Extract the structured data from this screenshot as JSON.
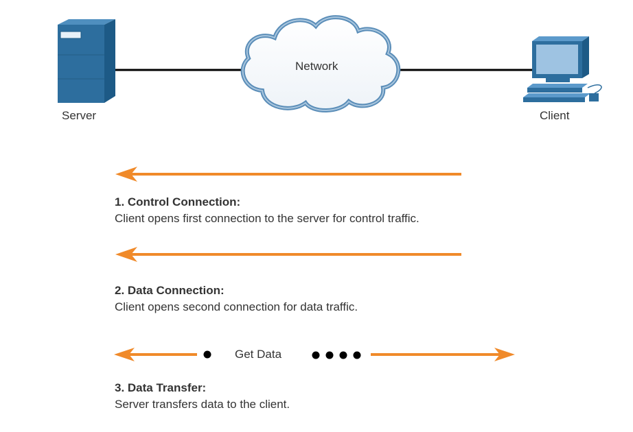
{
  "labels": {
    "server": "Server",
    "network": "Network",
    "client": "Client",
    "get_data": "Get Data"
  },
  "steps": [
    {
      "title": "1. Control Connection:",
      "description": "Client opens first connection to the server for control traffic."
    },
    {
      "title": "2. Data Connection:",
      "description": "Client opens second connection for data traffic."
    },
    {
      "title": "3. Data Transfer:",
      "description": "Server transfers data to the client."
    }
  ],
  "colors": {
    "arrow": "#f08a2a",
    "device": "#2d6e9e",
    "cloud_stroke": "#5a8db8",
    "link": "#000000"
  },
  "icons": [
    "server-icon",
    "cloud-icon",
    "client-computer-icon"
  ]
}
